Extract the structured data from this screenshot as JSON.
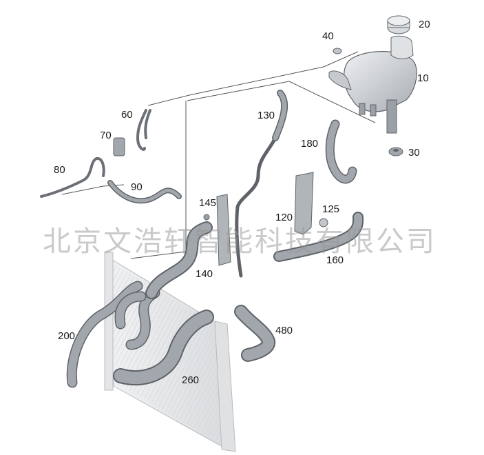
{
  "labels": {
    "p10": "10",
    "p20": "20",
    "p30": "30",
    "p40": "40",
    "p60": "60",
    "p70": "70",
    "p80": "80",
    "p90": "90",
    "p120": "120",
    "p125": "125",
    "p130": "130",
    "p140": "140",
    "p145": "145",
    "p160": "160",
    "p180": "180",
    "p200": "200",
    "p260": "260",
    "p480": "480"
  },
  "watermark": "北京文浩轩智能科技有限公司",
  "colors": {
    "hose": "#9aa0a6",
    "hose_light": "#c9cdd1",
    "outline": "#5f6368",
    "leader": "#555555",
    "radiator": "#e6e8ea"
  }
}
